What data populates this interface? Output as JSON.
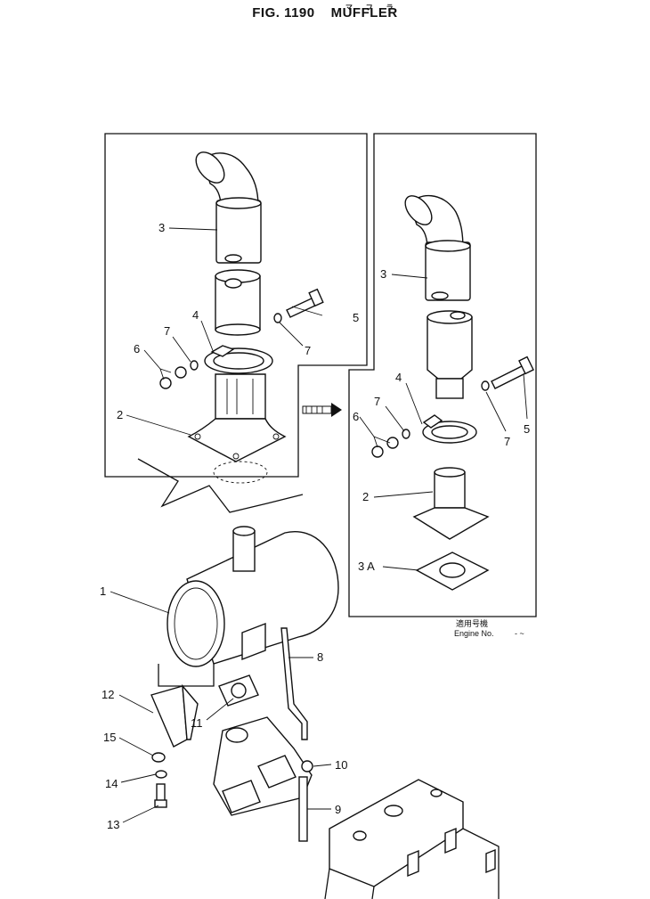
{
  "title": {
    "fig": "FIG. 1190",
    "name": "MUFFLER",
    "kana": "マ フ ラ"
  },
  "engine_note": {
    "jp": "適用号機",
    "en": "Engine No.",
    "dash": "- ~"
  },
  "callouts": {
    "c1": "1",
    "c2a": "2",
    "c2b": "2",
    "c3a": "3",
    "c3b": "3",
    "c3A": "3 A",
    "c4a": "4",
    "c4b": "4",
    "c5a": "5",
    "c5b": "5",
    "c6a": "6",
    "c6b": "6",
    "c7a": "7",
    "c7b": "7",
    "c7c": "7",
    "c7d": "7",
    "c8": "8",
    "c9": "9",
    "c10": "10",
    "c11": "11",
    "c12": "12",
    "c13": "13",
    "c14": "14",
    "c15": "15"
  }
}
